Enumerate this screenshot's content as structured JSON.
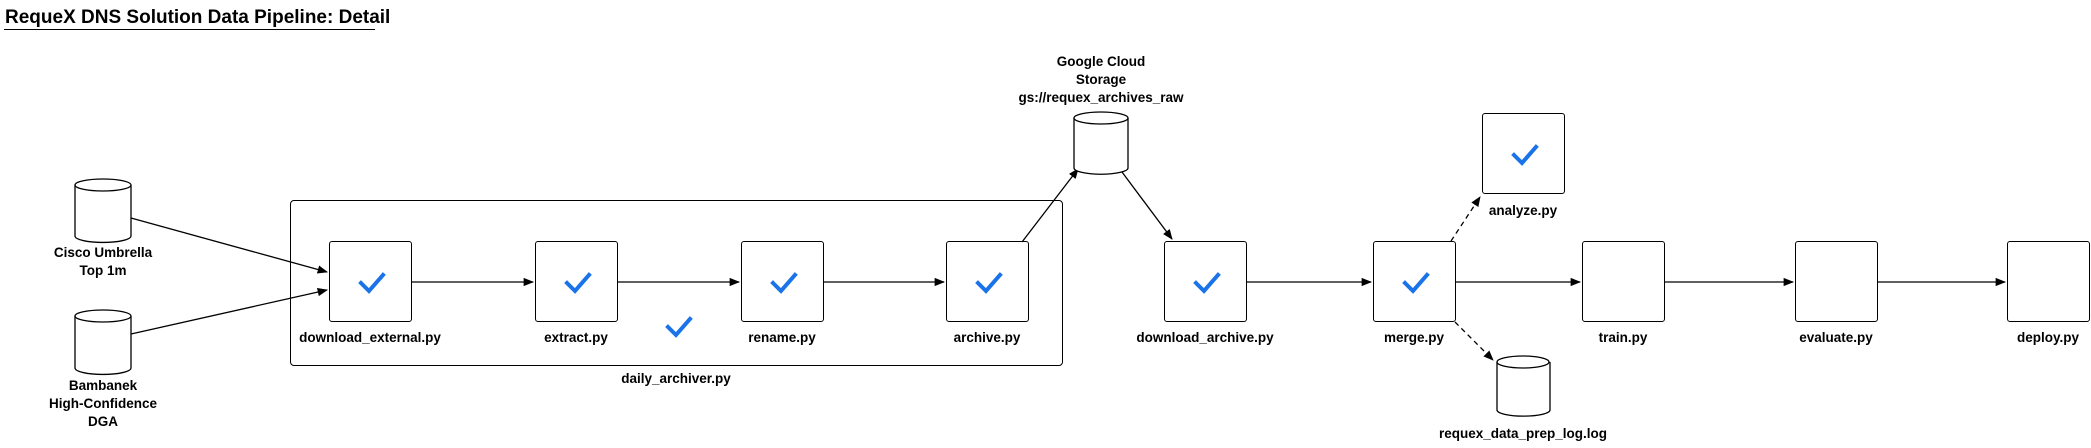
{
  "title": "RequeX DNS Solution Data Pipeline: Detail",
  "colors": {
    "line": "#000000",
    "check": "#1a73e8",
    "box_fill": "#ffffff"
  },
  "sources": [
    {
      "id": "cisco",
      "label": [
        "Cisco Umbrella",
        "Top 1m"
      ],
      "icon": "database-cylinder-icon"
    },
    {
      "id": "bambanek",
      "label": [
        "Bambanek",
        "High-Confidence",
        "DGA"
      ],
      "icon": "database-cylinder-icon"
    }
  ],
  "storage": {
    "gcs": {
      "label": [
        "Google Cloud",
        "Storage",
        "gs://requex_archives_raw"
      ],
      "icon": "database-cylinder-icon"
    },
    "log": {
      "label": [
        "requex_data_prep_log.log"
      ],
      "icon": "database-cylinder-icon"
    }
  },
  "group": {
    "label": "daily_archiver.py",
    "status": "done"
  },
  "steps": [
    {
      "id": "download_external",
      "label": "download_external.py",
      "status": "done"
    },
    {
      "id": "extract",
      "label": "extract.py",
      "status": "done"
    },
    {
      "id": "rename",
      "label": "rename.py",
      "status": "done"
    },
    {
      "id": "archive",
      "label": "archive.py",
      "status": "done"
    },
    {
      "id": "download_archive",
      "label": "download_archive.py",
      "status": "done"
    },
    {
      "id": "merge",
      "label": "merge.py",
      "status": "done"
    },
    {
      "id": "analyze",
      "label": "analyze.py",
      "status": "done"
    },
    {
      "id": "train",
      "label": "train.py",
      "status": "pending"
    },
    {
      "id": "evaluate",
      "label": "evaluate.py",
      "status": "pending"
    },
    {
      "id": "deploy",
      "label": "deploy.py",
      "status": "pending"
    }
  ]
}
